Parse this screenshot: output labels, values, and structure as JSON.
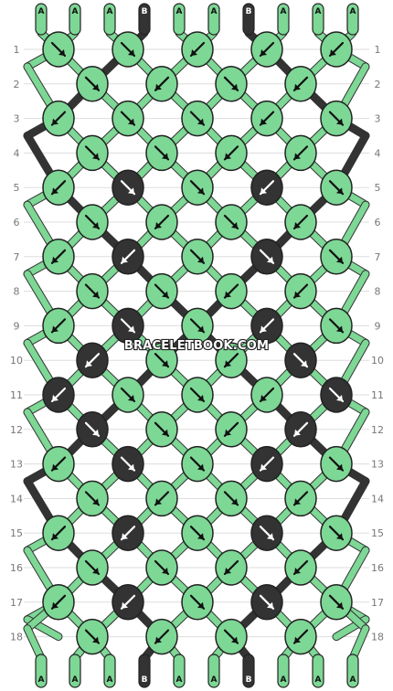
{
  "pattern": {
    "watermark": "BRACELETBOOK.COM",
    "colors": {
      "A": "#7dd795",
      "B": "#333333"
    },
    "top_strands": [
      "A",
      "A",
      "A",
      "B",
      "A",
      "A",
      "B",
      "A",
      "A",
      "A"
    ],
    "bottom_strands": [
      "A",
      "A",
      "A",
      "B",
      "A",
      "A",
      "B",
      "A",
      "A",
      "A"
    ],
    "row_labels": [
      "1",
      "2",
      "3",
      "4",
      "5",
      "6",
      "7",
      "8",
      "9",
      "10",
      "11",
      "12",
      "13",
      "14",
      "15",
      "16",
      "17",
      "18"
    ],
    "knots": [
      [
        {
          "c": "A",
          "d": "SE"
        },
        {
          "c": "A",
          "d": "SE"
        },
        {
          "c": "A",
          "d": "SW"
        },
        {
          "c": "A",
          "d": "SW"
        },
        {
          "c": "A",
          "d": "SW"
        }
      ],
      [
        {
          "c": "A",
          "d": "SE"
        },
        {
          "c": "A",
          "d": "SW"
        },
        {
          "c": "A",
          "d": "SE"
        },
        {
          "c": "A",
          "d": "SW"
        }
      ],
      [
        {
          "c": "A",
          "d": "SW"
        },
        {
          "c": "A",
          "d": "SE"
        },
        {
          "c": "A",
          "d": "SE"
        },
        {
          "c": "A",
          "d": "SW"
        },
        {
          "c": "A",
          "d": "SE"
        }
      ],
      [
        {
          "c": "A",
          "d": "SE"
        },
        {
          "c": "A",
          "d": "SE"
        },
        {
          "c": "A",
          "d": "SW"
        },
        {
          "c": "A",
          "d": "SW"
        }
      ],
      [
        {
          "c": "A",
          "d": "SW"
        },
        {
          "c": "B",
          "d": "SE"
        },
        {
          "c": "A",
          "d": "SE"
        },
        {
          "c": "B",
          "d": "SW"
        },
        {
          "c": "A",
          "d": "SE"
        }
      ],
      [
        {
          "c": "A",
          "d": "SE"
        },
        {
          "c": "A",
          "d": "SW"
        },
        {
          "c": "A",
          "d": "SE"
        },
        {
          "c": "A",
          "d": "SW"
        }
      ],
      [
        {
          "c": "A",
          "d": "SW"
        },
        {
          "c": "B",
          "d": "SW"
        },
        {
          "c": "A",
          "d": "SE"
        },
        {
          "c": "B",
          "d": "SE"
        },
        {
          "c": "A",
          "d": "SE"
        }
      ],
      [
        {
          "c": "A",
          "d": "SE"
        },
        {
          "c": "A",
          "d": "SE"
        },
        {
          "c": "A",
          "d": "SW"
        },
        {
          "c": "A",
          "d": "SW"
        }
      ],
      [
        {
          "c": "A",
          "d": "SW"
        },
        {
          "c": "B",
          "d": "SE"
        },
        {
          "c": "A",
          "d": "SE"
        },
        {
          "c": "B",
          "d": "SW"
        },
        {
          "c": "A",
          "d": "SE"
        }
      ],
      [
        {
          "c": "B",
          "d": "SW"
        },
        {
          "c": "A",
          "d": "SE"
        },
        {
          "c": "A",
          "d": "SW"
        },
        {
          "c": "B",
          "d": "SE"
        }
      ],
      [
        {
          "c": "B",
          "d": "SW"
        },
        {
          "c": "A",
          "d": "SE"
        },
        {
          "c": "A",
          "d": "SE"
        },
        {
          "c": "A",
          "d": "SW"
        },
        {
          "c": "B",
          "d": "SE"
        }
      ],
      [
        {
          "c": "B",
          "d": "SE"
        },
        {
          "c": "A",
          "d": "SE"
        },
        {
          "c": "A",
          "d": "SW"
        },
        {
          "c": "B",
          "d": "SW"
        }
      ],
      [
        {
          "c": "A",
          "d": "SW"
        },
        {
          "c": "B",
          "d": "SE"
        },
        {
          "c": "A",
          "d": "SE"
        },
        {
          "c": "B",
          "d": "SW"
        },
        {
          "c": "A",
          "d": "SE"
        }
      ],
      [
        {
          "c": "A",
          "d": "SE"
        },
        {
          "c": "A",
          "d": "SW"
        },
        {
          "c": "A",
          "d": "SE"
        },
        {
          "c": "A",
          "d": "SW"
        }
      ],
      [
        {
          "c": "A",
          "d": "SW"
        },
        {
          "c": "B",
          "d": "SW"
        },
        {
          "c": "A",
          "d": "SE"
        },
        {
          "c": "B",
          "d": "SE"
        },
        {
          "c": "A",
          "d": "SE"
        }
      ],
      [
        {
          "c": "A",
          "d": "SE"
        },
        {
          "c": "A",
          "d": "SE"
        },
        {
          "c": "A",
          "d": "SW"
        },
        {
          "c": "A",
          "d": "SW"
        }
      ],
      [
        {
          "c": "A",
          "d": "SW"
        },
        {
          "c": "B",
          "d": "SW"
        },
        {
          "c": "A",
          "d": "SE"
        },
        {
          "c": "B",
          "d": "SE"
        },
        {
          "c": "A",
          "d": "SE"
        }
      ],
      [
        {
          "c": "A",
          "d": "SE"
        },
        {
          "c": "A",
          "d": "SW"
        },
        {
          "c": "A",
          "d": "SE"
        },
        {
          "c": "A",
          "d": "SW"
        }
      ]
    ]
  }
}
